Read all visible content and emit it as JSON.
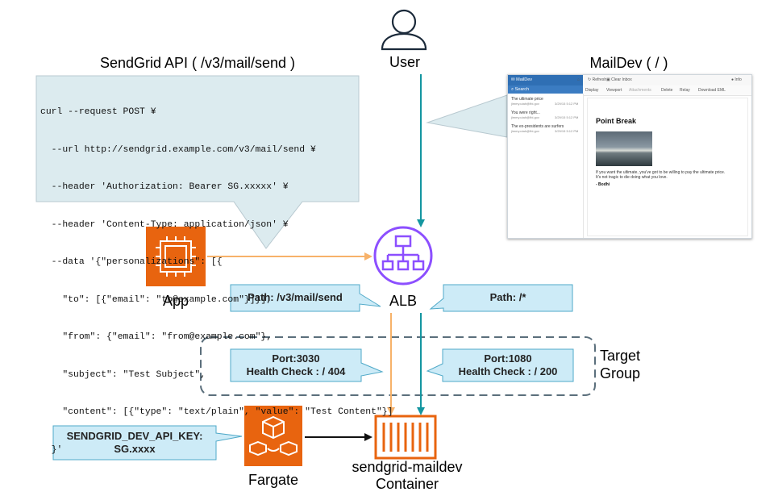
{
  "sendgrid_label": "SendGrid API ( /v3/mail/send )",
  "mailgrid_label": "MailDev ( / )",
  "user_label": "User",
  "app_label": "App",
  "alb_label": "ALB",
  "fargate_label": "Fargate",
  "container_label_1": "sendgrid-maildev",
  "container_label_2": "Container",
  "target_group_1": "Target",
  "target_group_2": "Group",
  "code_lines": [
    "curl --request POST ¥",
    "  --url http://sendgrid.example.com/v3/mail/send ¥",
    "  --header 'Authorization: Bearer SG.xxxxx' ¥",
    "  --header 'Content-Type: application/json' ¥",
    "  --data '{\"personalizations\": [{",
    "    \"to\": [{\"email\": \"to@example.com\"}]}],",
    "    \"from\": {\"email\": \"from@example.com\"},",
    "    \"subject\": \"Test Subject\",",
    "    \"content\": [{\"type\": \"text/plain\", \"value\": \"Test Content\"}]",
    "  }'"
  ],
  "path_left": "Path: /v3/mail/send",
  "path_right": "Path: /*",
  "port_left_1": "Port:3030",
  "port_left_2": "Health Check : / 404",
  "port_right_1": "Port:1080",
  "port_right_2": "Health Check : / 200",
  "env_1": "SENDGRID_DEV_API_KEY:",
  "env_2": "SG.xxxx",
  "maildev": {
    "brand": "MailDev",
    "search": "Search",
    "refresh": "Refresh",
    "clear": "Clear Inbox",
    "info": "Info",
    "toolbar": [
      "Display",
      "Viewport",
      "Attachments",
      "Delete",
      "Relay",
      "Download EML"
    ],
    "messages": [
      {
        "subject": "The ultimate price",
        "from": "jimmy.utah@fbi.gov",
        "time": "3/29/15 5:12 PM"
      },
      {
        "subject": "You were right...",
        "from": "jimmy.utah@fbi.gov",
        "time": "3/29/15 5:12 PM"
      },
      {
        "subject": "The ex-presidents are surfers",
        "from": "jimmy.utah@fbi.gov",
        "time": "3/29/15 5:12 PM"
      }
    ],
    "title": "Point Break",
    "body_1": "If you want the ultimate, you've got to be willing to pay the ultimate price.",
    "body_2": "It's not tragic to die doing what you love.",
    "signature": "- Bodhi"
  },
  "colors": {
    "orange": "#e8640f",
    "purple": "#8c4fff",
    "teal": "#1496a0",
    "light_orange": "#f7b26a",
    "callout_fill": "#dcebef",
    "note_fill": "#cdebf7"
  }
}
